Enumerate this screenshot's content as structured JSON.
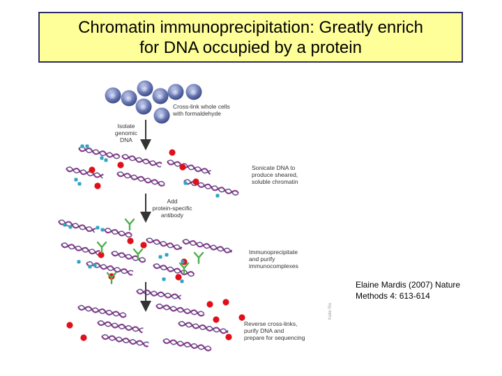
{
  "title": {
    "line1": "Chromatin immunoprecipitation: Greatly enrich",
    "line2": "for DNA occupied by a protein"
  },
  "steps": {
    "crosslink": [
      "Cross-link whole cells",
      "with formaldehyde"
    ],
    "isolate": [
      "Isolate",
      "genomic",
      "DNA"
    ],
    "sonicate": [
      "Sonicate DNA to",
      "produce sheared,",
      "soluble chromatin"
    ],
    "add_antibody": [
      "Add",
      "protein-specific",
      "antibody"
    ],
    "immunoprecipitate": [
      "Immunoprecipitate",
      "and purify",
      "immunocomplexes"
    ],
    "reverse": [
      "Reverse cross-links,",
      "purify DNA and",
      "prepare for sequencing"
    ]
  },
  "credit": {
    "line1": "Elaine Mardis (2007) Nature",
    "line2": "Methods 4: 613-614"
  },
  "watermark": "Katie Ris",
  "colors": {
    "title_bg": "#ffff99",
    "dna": "#8a3f8f",
    "dna_dark": "#4a2d6e",
    "protein_red": "#e0101a",
    "protein_teal": "#2ea4c4",
    "antibody_green": "#4cae4c",
    "cell": "#5d6ea8"
  }
}
